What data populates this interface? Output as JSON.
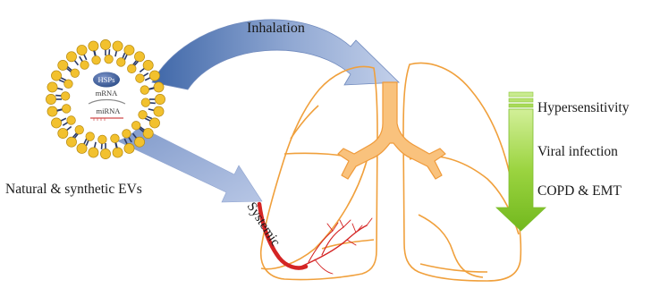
{
  "labels": {
    "inhalation": "Inhalation",
    "natural_synthetic_evs": "Natural & synthetic EVs",
    "systemic": "Systemic"
  },
  "vesicle": {
    "hsps": "HSPs",
    "mrna": "mRNA",
    "mirna": "miRNA"
  },
  "outcomes": [
    "Hypersensitivity",
    "Viral infection",
    "COPD & EMT"
  ],
  "colors": {
    "lipid_head": "#f2c12e",
    "lipid_tail": "#2b3a67",
    "arrow_blue": "#9bb1d8",
    "lung_outline": "#f0a03c",
    "trachea_fill": "#f9c27d",
    "vessel_red": "#d42424",
    "outcome_arrow": "#8ed13a"
  }
}
